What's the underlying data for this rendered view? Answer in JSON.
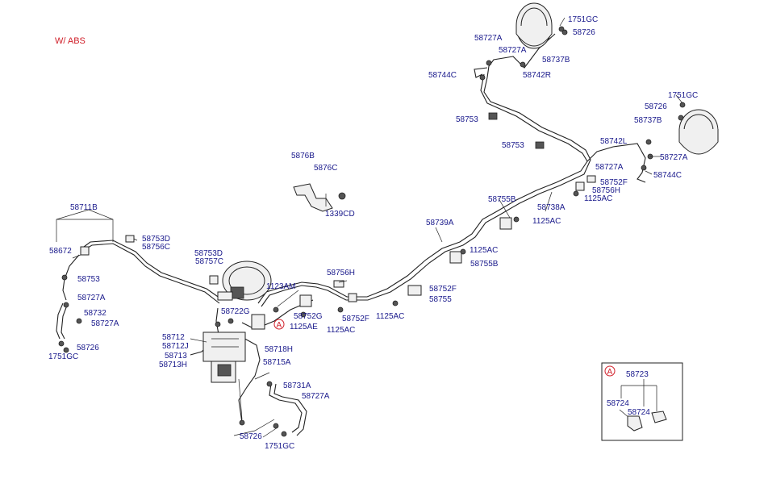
{
  "title": "W/ ABS",
  "callout_letter": "A",
  "labels": {
    "p1751gc_top": "1751GC",
    "p58726_top": "58726",
    "p58727a_top1": "58727A",
    "p58727a_top2": "58727A",
    "p58737b_top": "58737B",
    "p58744c_top": "58744C",
    "p58742r": "58742R",
    "p1751gc_right": "1751GC",
    "p58726_right": "58726",
    "p58737b_right": "58737B",
    "p58753_top": "58753",
    "p58753_mid": "58753",
    "p58742l": "58742L",
    "p58727a_right1": "58727A",
    "p58727a_right2": "58727A",
    "p58744c_right": "58744C",
    "p58752f_right": "58752F",
    "p58756h_right": "58756H",
    "p1125ac_right": "1125AC",
    "p5876b": "5876B",
    "p5876c": "5876C",
    "p1339cd": "1339CD",
    "p58755b_top": "58755B",
    "p58738a": "58738A",
    "p1125ac_mid": "1125AC",
    "p58739a": "58739A",
    "p1125ac_c": "1125AC",
    "p58755b_low": "58755B",
    "p58711b": "58711B",
    "p58672": "58672",
    "p58753d_l": "58753D",
    "p58756c": "58756C",
    "p58753_left": "58753",
    "p58753d_c": "58753D",
    "p58757c": "58757C",
    "p58756h_c": "58756H",
    "p58752f_c": "58752F",
    "p58755": "58755",
    "p1123am": "1123AM",
    "p58727a_left": "58727A",
    "p58732": "58732",
    "p58727a_left2": "58727A",
    "p58722g": "58722G",
    "p58752g": "58752G",
    "p58752f_low": "58752F",
    "p1125ac_low": "1125AC",
    "p1125ae": "1125AE",
    "p1125ac_low2": "1125AC",
    "p58726_left": "58726",
    "p1751gc_left": "1751GC",
    "p58712": "58712",
    "p58712j": "58712J",
    "p58713": "58713",
    "p58713h": "58713H",
    "p58718h": "58718H",
    "p58715a": "58715A",
    "p58731a": "58731A",
    "p58727a_bot": "58727A",
    "p58726_bot": "58726",
    "p1751gc_bot": "1751GC",
    "p58723": "58723",
    "p58724a": "58724",
    "p58724b": "58724"
  }
}
